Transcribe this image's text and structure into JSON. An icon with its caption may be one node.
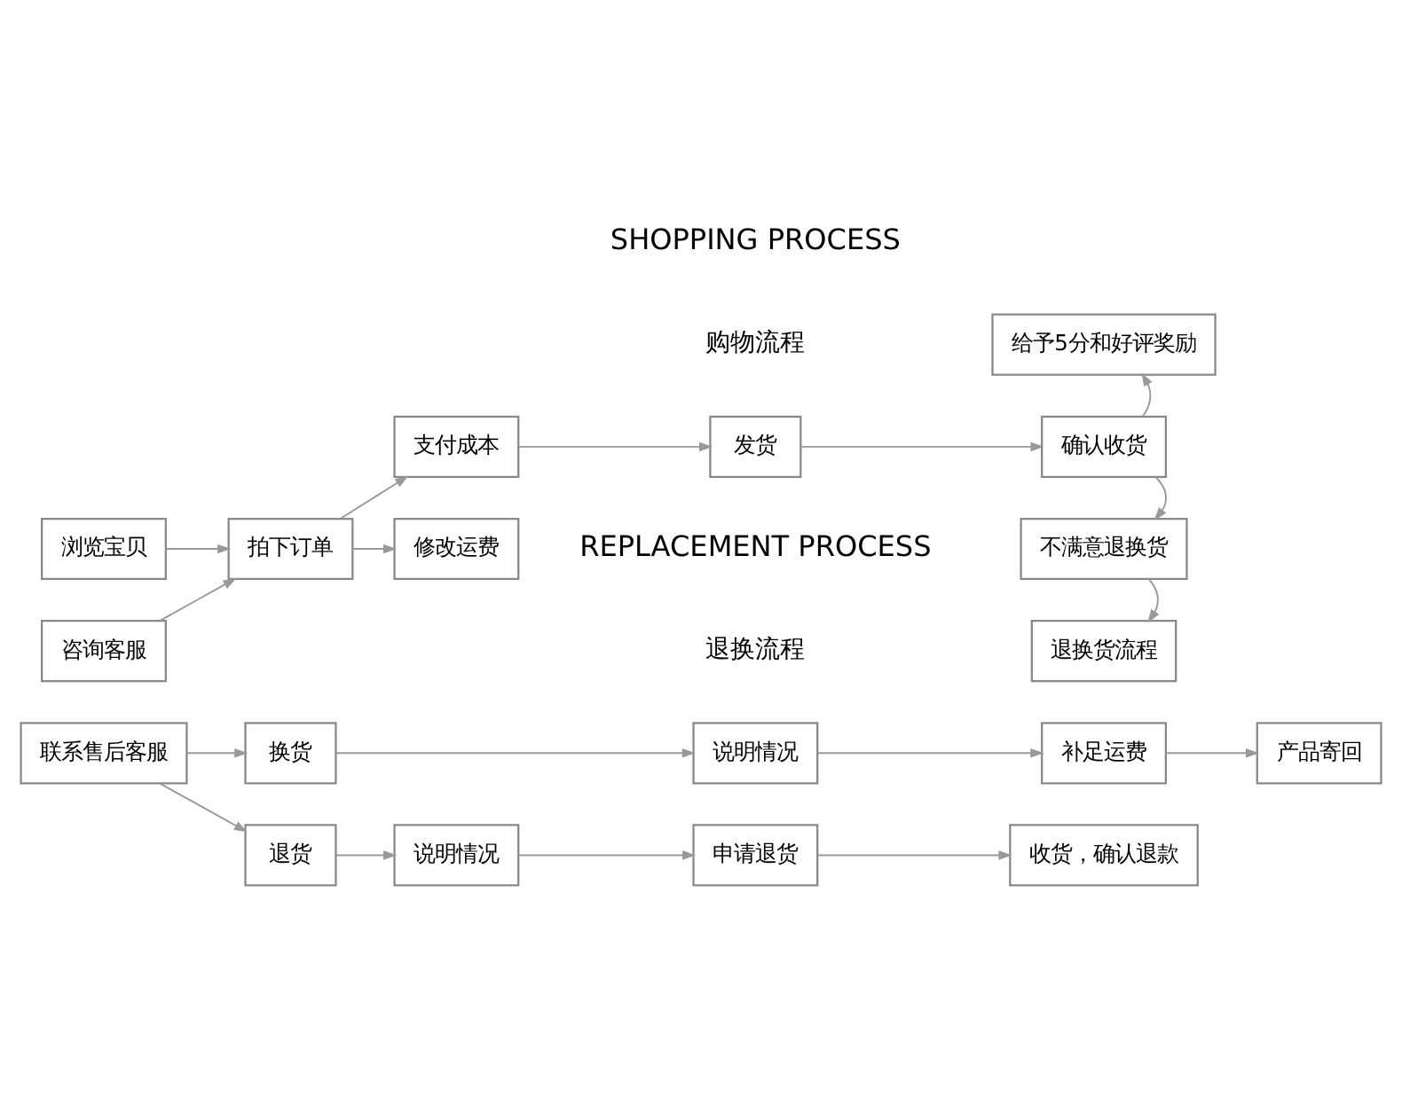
{
  "diagram": {
    "nodes": [
      {
        "text": [
          "浏览宝贝"
        ]
      },
      {
        "text": [
          "咨询客服"
        ]
      },
      {
        "text": [
          "拍下订单"
        ]
      },
      {
        "text": [
          "支付成本"
        ]
      },
      {
        "text": [
          "修改运费"
        ]
      },
      {
        "text": [
          "发货"
        ]
      },
      {
        "text": [
          "给予5分和好评奖励"
        ]
      },
      {
        "text": [
          "确认收货"
        ]
      },
      {
        "text": [
          "不满意退换货"
        ]
      },
      {
        "text": [
          "退换货流程"
        ]
      },
      {
        "text": [
          "联系售后客服"
        ]
      },
      {
        "text": [
          "换货"
        ]
      },
      {
        "text": [
          "退货"
        ]
      },
      {
        "text": [
          "说明情况"
        ]
      },
      {
        "text": [
          "补足运费"
        ]
      },
      {
        "text": [
          "产品寄回"
        ]
      },
      {
        "text": [
          "说明情况"
        ]
      },
      {
        "text": [
          "申请退货"
        ]
      },
      {
        "text": [
          "收货，确认退款"
        ]
      }
    ],
    "edges": [
      {
        "from": 0,
        "to": 2,
        "arrow": "to"
      },
      {
        "from": 1,
        "to": 2,
        "arrow": "to"
      },
      {
        "from": 2,
        "to": 3,
        "arrow": "to"
      },
      {
        "from": 2,
        "to": 4,
        "arrow": "to"
      },
      {
        "from": 3,
        "to": 5,
        "arrow": "to"
      },
      {
        "from": 5,
        "to": 7,
        "arrow": "to"
      },
      {
        "from": 7,
        "to": 6,
        "arrow": "to"
      },
      {
        "from": 7,
        "to": 8,
        "arrow": "to"
      },
      {
        "from": 8,
        "to": 9,
        "arrow": "to"
      },
      {
        "from": 10,
        "to": 11,
        "arrow": "to"
      },
      {
        "from": 10,
        "to": 12,
        "arrow": "to"
      },
      {
        "from": 11,
        "to": 13,
        "arrow": "to"
      },
      {
        "from": 13,
        "to": 14,
        "arrow": "to"
      },
      {
        "from": 14,
        "to": 15,
        "arrow": "to"
      },
      {
        "from": 12,
        "to": 16,
        "arrow": "to"
      },
      {
        "from": 16,
        "to": 17,
        "arrow": "to"
      },
      {
        "from": 17,
        "to": 18,
        "arrow": "to"
      }
    ],
    "labels": [
      "SHOPPING PROCESS",
      "购物流程",
      "REPLACEMENT PROCESS",
      "退换流程"
    ]
  }
}
